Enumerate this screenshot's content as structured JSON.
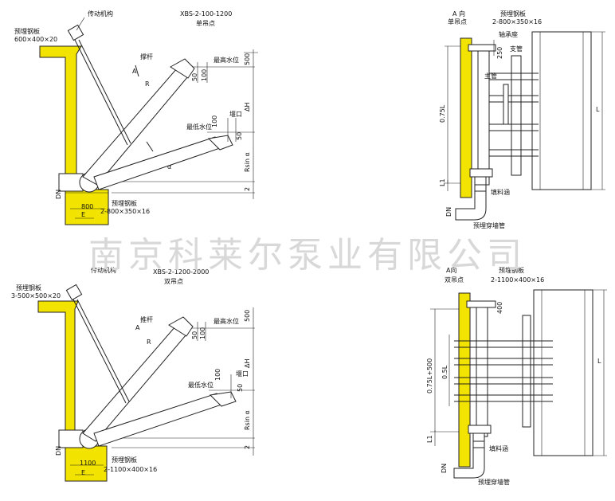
{
  "watermark": "南京科莱尔泵业有限公司",
  "top_left": {
    "model": "XBS-2-100-1200",
    "hoist": "单吊点",
    "drive": "传动机构",
    "plate_top": "预埋钢板",
    "plate_top_size": "600×400×20",
    "strut": "撑杆",
    "max_level": "最高水位",
    "min_level": "最低水位",
    "weir": "堰口",
    "plate_bottom": "预埋钢板",
    "plate_bottom_size": "2-800×350×16",
    "dim_500": "500",
    "dim_100": "100",
    "dim_50a": "50",
    "dim_100b": "100",
    "dim_50b": "50",
    "dim_2": "2",
    "dim_800": "800",
    "dh": "ΔH",
    "rsin": "Rsin α",
    "dn": "DN",
    "e": "E",
    "a": "A",
    "r": "R",
    "alpha": "α"
  },
  "top_right": {
    "view": "A 向",
    "hoist": "单吊点",
    "plate": "预埋钢板",
    "plate_size": "2-800×350×16",
    "bearing": "轴承座",
    "branch": "支管",
    "main": "主管",
    "dim_250": "250",
    "dim_075l": "0.75L",
    "dim_l1": "L1",
    "dim_l": "L",
    "packing": "填料涵",
    "dn": "DN",
    "wall_pipe": "预埋穿墙管"
  },
  "bottom_left": {
    "model": "XBS-2-1200-2000",
    "hoist": "双吊点",
    "drive": "传动机构",
    "plate_top": "预埋钢板",
    "plate_top_size": "3-500×500×20",
    "push_rod": "推杆",
    "max_level": "最高水位",
    "min_level": "最低水位",
    "weir": "堰口",
    "plate_bottom": "预埋钢板",
    "plate_bottom_size": "2-1100×400×16",
    "dim_500": "500",
    "dim_100": "100",
    "dim_50a": "50",
    "dim_100b": "100",
    "dim_50b": "50",
    "dim_2": "2",
    "dim_1100": "1100",
    "dh": "ΔH",
    "rsin": "Rsin α",
    "dn": "DN",
    "e": "E",
    "a": "A",
    "r": "R"
  },
  "bottom_right": {
    "view": "A向",
    "hoist": "双吊点",
    "plate": "预埋钢板",
    "plate_size": "2-1100×400×16",
    "dim_400": "400",
    "dim_075l": "0.75L+500",
    "dim_05l": "0.5L",
    "dim_l1": "L1",
    "dim_l": "L",
    "packing": "填料涵",
    "dn": "DN",
    "wall_pipe": "预埋穿墙管"
  }
}
